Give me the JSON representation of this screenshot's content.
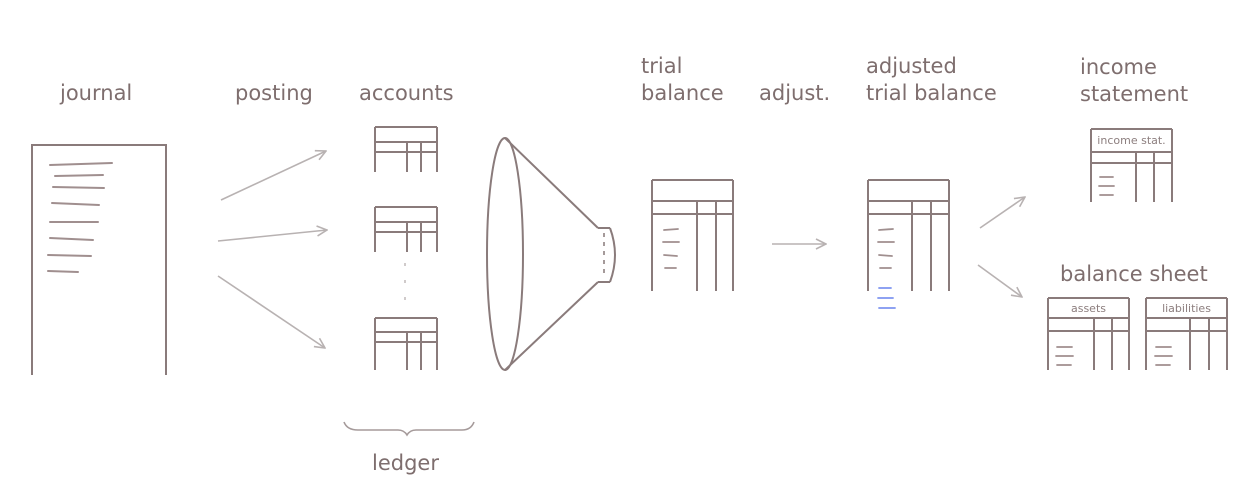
{
  "labels": {
    "journal": "journal",
    "posting": "posting",
    "accounts": "accounts",
    "trial_balance_line1": "trial",
    "trial_balance_line2": "balance",
    "adjust": "adjust.",
    "adjusted_tb_line1": "adjusted",
    "adjusted_tb_line2": "trial balance",
    "income_statement_line1": "income",
    "income_statement_line2": "statement",
    "balance_sheet": "balance sheet",
    "ledger": "ledger"
  },
  "table_headers": {
    "income_stat": "income stat.",
    "assets": "assets",
    "liabilities": "liabilities"
  },
  "colors": {
    "stroke": "#8a7b7b",
    "arrow": "#b8b2b2",
    "text": "#7e6e6e",
    "accent_blue": "#7f95f0"
  }
}
